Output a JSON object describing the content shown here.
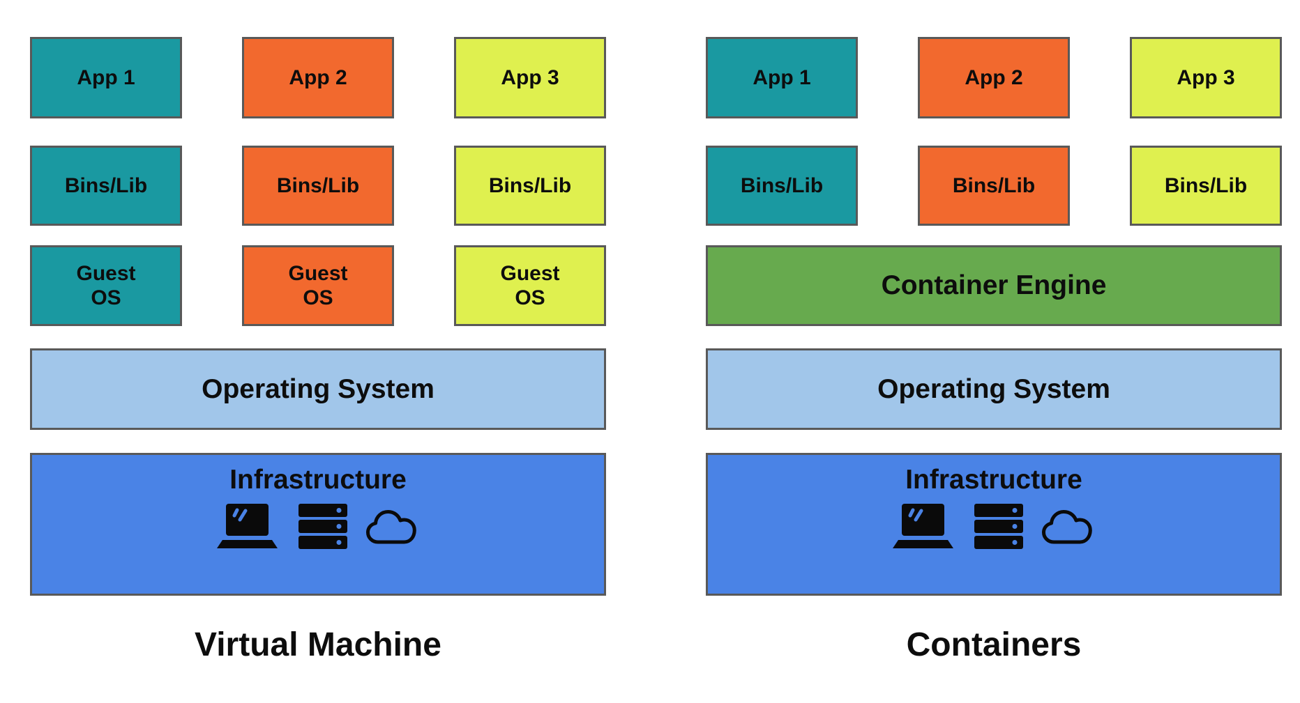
{
  "colors": {
    "teal": "#1a99a1",
    "orange": "#f2692e",
    "lime": "#dff04f",
    "green": "#67aa4e",
    "light_blue": "#a1c6ea",
    "blue": "#4a83e6",
    "border": "#595959",
    "text": "#0d0d0d",
    "icon": "#0a0a0a"
  },
  "vm": {
    "caption": "Virtual Machine",
    "apps": [
      "App 1",
      "App 2",
      "App 3"
    ],
    "bins": [
      "Bins/Lib",
      "Bins/Lib",
      "Bins/Lib"
    ],
    "guest_os": [
      "Guest\nOS",
      "Guest\nOS",
      "Guest\nOS"
    ],
    "os_label": "Operating System",
    "infra_label": "Infrastructure"
  },
  "containers": {
    "caption": "Containers",
    "apps": [
      "App 1",
      "App 2",
      "App 3"
    ],
    "bins": [
      "Bins/Lib",
      "Bins/Lib",
      "Bins/Lib"
    ],
    "engine_label": "Container Engine",
    "os_label": "Operating System",
    "infra_label": "Infrastructure"
  },
  "icons": {
    "laptop": "laptop-icon",
    "server": "server-stack-icon",
    "cloud": "cloud-icon"
  }
}
